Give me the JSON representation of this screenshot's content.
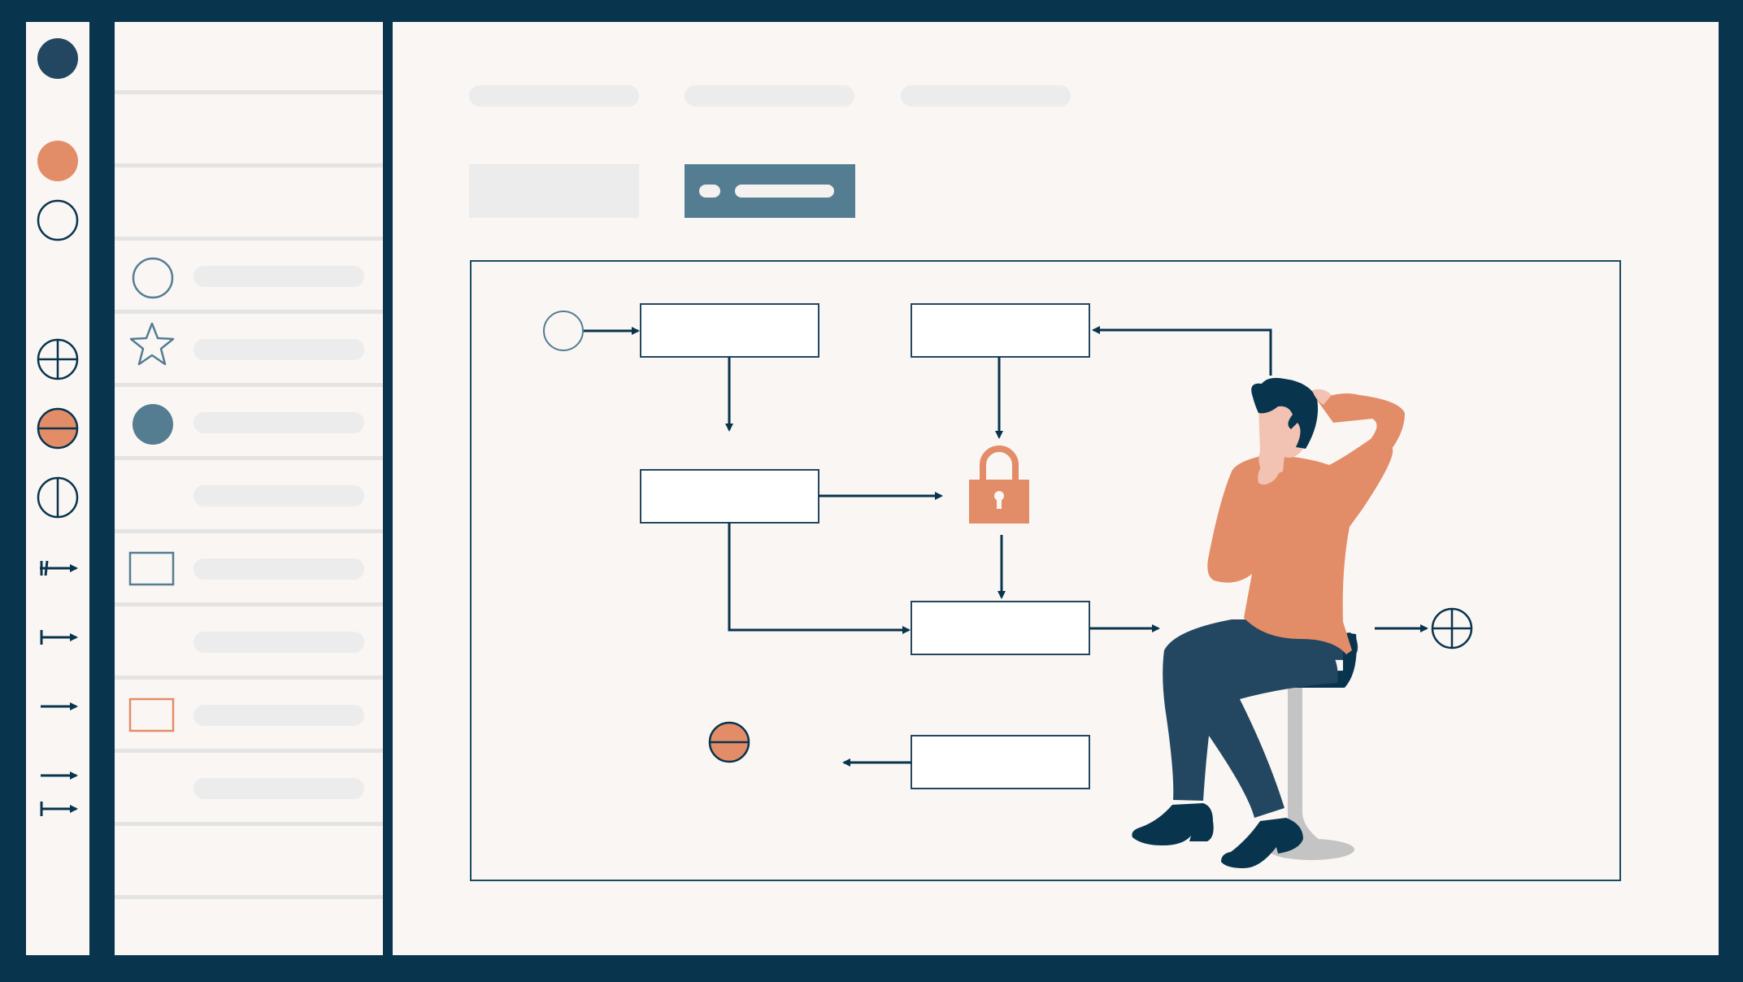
{
  "colors": {
    "frame": "#08344d",
    "panel": "#f9f6f3",
    "accent_orange": "#e38c68",
    "accent_blue": "#557d92",
    "navy": "#234760",
    "placeholder_gray": "#ececec",
    "stool_gray": "#c4c4c4",
    "skin": "#f2c2b2"
  },
  "rail": {
    "icons": [
      "filled-circle-icon",
      "orange-circle-icon",
      "empty-circle-icon",
      "crosshair-circle-icon",
      "orange-minus-circle-icon",
      "vertical-bar-circle-icon",
      "double-bar-arrow-icon",
      "bar-arrow-icon",
      "arrow-icon",
      "bar-arrow-icon",
      "bar-arrow-icon"
    ]
  },
  "list_panel": {
    "rows": [
      {
        "icon": "circle-outline-icon"
      },
      {
        "icon": "star-outline-icon"
      },
      {
        "icon": "filled-blue-circle-icon"
      },
      {
        "icon": "none"
      },
      {
        "icon": "blue-rectangle-icon"
      },
      {
        "icon": "none"
      },
      {
        "icon": "orange-rectangle-icon"
      },
      {
        "icon": "none"
      }
    ]
  },
  "main": {
    "tab_count": 3,
    "buttons": [
      "secondary",
      "primary"
    ],
    "diagram": {
      "nodes": [
        "start-event",
        "task",
        "task",
        "task",
        "locked-gateway",
        "task",
        "task",
        "end-event-orange",
        "end-event-crosshair"
      ]
    },
    "illustration": "person-sitting-thinking"
  }
}
